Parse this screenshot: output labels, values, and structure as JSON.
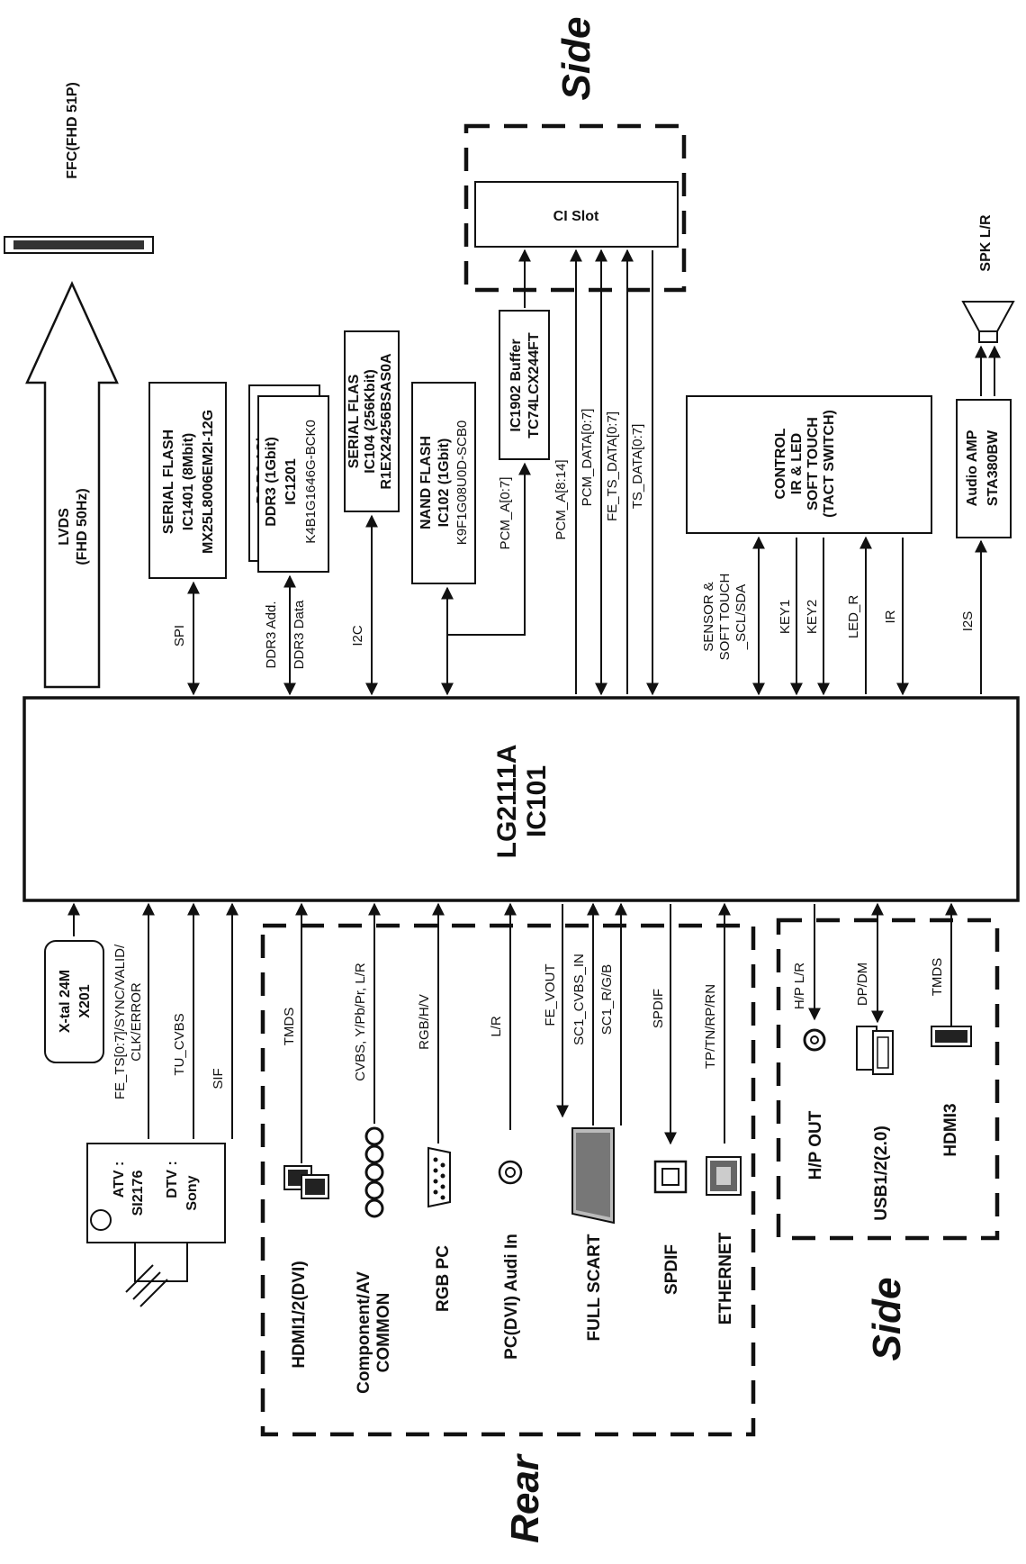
{
  "main_chip": {
    "line1": "LG2111A",
    "line2": "IC101"
  },
  "sections": {
    "side_top": "Side",
    "side_bottom": "Side",
    "rear": "Rear"
  },
  "top_outputs": {
    "ffc": "FFC(FHD 51P)",
    "lvds_line1": "LVDS",
    "lvds_line2": "(FHD 50Hz)"
  },
  "blocks": {
    "serial_flash_1": {
      "line1": "SERIAL FLASH",
      "line2": "IC1401 (8Mbit)",
      "line3": "MX25L8006EM2I-12G",
      "bus": "SPI"
    },
    "ddr3": {
      "back": "DDR3 1Gb",
      "line1": "DDR3 (1Gbit)",
      "line2": "IC1201",
      "line3": "K4B1G1646G-BCK0",
      "bus1": "DDR3 Add.",
      "bus2": "DDR3 Data"
    },
    "serial_flash_2": {
      "line1": "SERIAL FLAS",
      "line2": "IC104 (256Kbit)",
      "line3": "R1EX24256BSAS0A",
      "bus": "I2C"
    },
    "nand_flash": {
      "line1": "NAND FLASH",
      "line2": "IC102 (1Gbit)",
      "line3": "K9F1G08U0D-SCB0"
    },
    "buffer": {
      "line1": "IC1902 Buffer",
      "line2": "TC74LCX244FT",
      "bus": "PCM_A[0:7]"
    },
    "ci_slot": {
      "label": "CI Slot",
      "bus1": "PCM_A[8:14]",
      "bus2": "PCM_DATA[0:7]",
      "bus3": "FE_TS_DATA[0:7]",
      "bus4": "TS_DATA[0:7]"
    },
    "control": {
      "line1": "CONTROL",
      "line2": "IR & LED",
      "line3": "SOFT TOUCH",
      "line4": "(TACT SWITCH)",
      "sig1_l1": "SENSOR &",
      "sig1_l2": "SOFT TOUCH",
      "sig1_l3": "_SCL/SDA",
      "sig2": "KEY1",
      "sig3": "KEY2",
      "sig4": "LED_R",
      "sig5": "IR"
    },
    "audio_amp": {
      "line1": "Audio AMP",
      "line2": "STA380BW",
      "bus": "I2S",
      "speaker": "SPK L/R"
    }
  },
  "left_inputs": {
    "xtal": {
      "line1": "X-tal 24M",
      "line2": "X201"
    },
    "fe_ts": {
      "line1": "FE_TS[0:7]/SYNC/VALID/",
      "line2": "CLK/ERROR"
    },
    "tu_cvbs": "TU_CVBS",
    "sif": "SIF",
    "tuner": {
      "atv_label": "ATV :",
      "atv_value": "SI2176",
      "dtv_label": "DTV :",
      "dtv_value": "Sony"
    }
  },
  "rear_ports": [
    {
      "port": "HDMI1/2(DVI)",
      "signal": "TMDS"
    },
    {
      "port": "Component/AV",
      "port2": "COMMON",
      "signal": "CVBS, Y/Pb/Pr, L/R"
    },
    {
      "port": "RGB PC",
      "signal": "RGB/H/V"
    },
    {
      "port": "PC(DVI) Audi In",
      "signal": "L/R"
    },
    {
      "port": "FULL SCART",
      "signal": "FE_VOUT",
      "signal2": "SC1_CVBS_IN",
      "signal3": "SC1_R/G/B"
    },
    {
      "port": "SPDIF",
      "signal": "SPDIF"
    },
    {
      "port": "ETHERNET",
      "signal": "TP/TN/RP/RN"
    }
  ],
  "side_ports": [
    {
      "port": "H/P OUT",
      "signal": "H/P L/R"
    },
    {
      "port": "USB1/2(2.0)",
      "signal": "DP/DM"
    },
    {
      "port": "HDMI3",
      "signal": "TMDS"
    }
  ]
}
